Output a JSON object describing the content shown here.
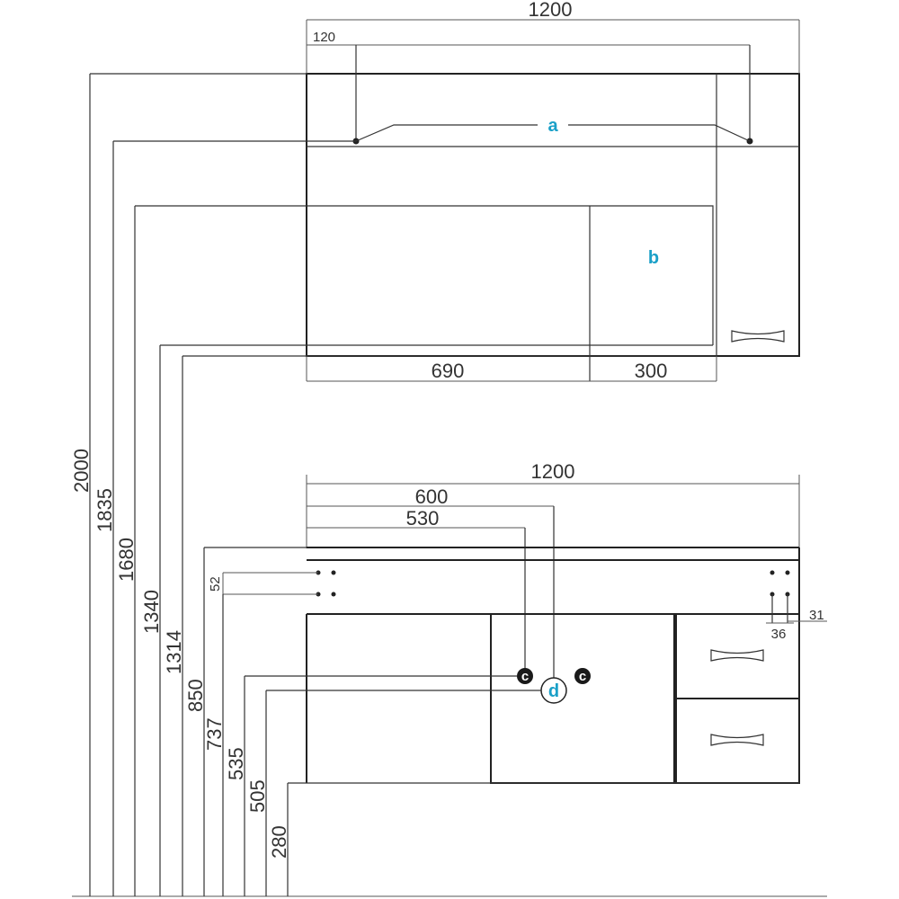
{
  "colors": {
    "accent": "#1aa0c8",
    "line": "#222222",
    "text": "#333333"
  },
  "wall_unit": {
    "dims": {
      "width": "1200",
      "offset": "120",
      "left_section": "690",
      "right_section": "300"
    },
    "callouts": {
      "a": "a",
      "b": "b"
    }
  },
  "base_unit": {
    "dims": {
      "width": "1200",
      "d600": "600",
      "d530": "530",
      "d52": "52",
      "d36": "36",
      "d31": "31"
    },
    "callouts": {
      "c_left": "c",
      "c_right": "c",
      "d": "d"
    }
  },
  "heights": [
    "2000",
    "1835",
    "1680",
    "1340",
    "1314",
    "850",
    "737",
    "535",
    "505",
    "280"
  ]
}
